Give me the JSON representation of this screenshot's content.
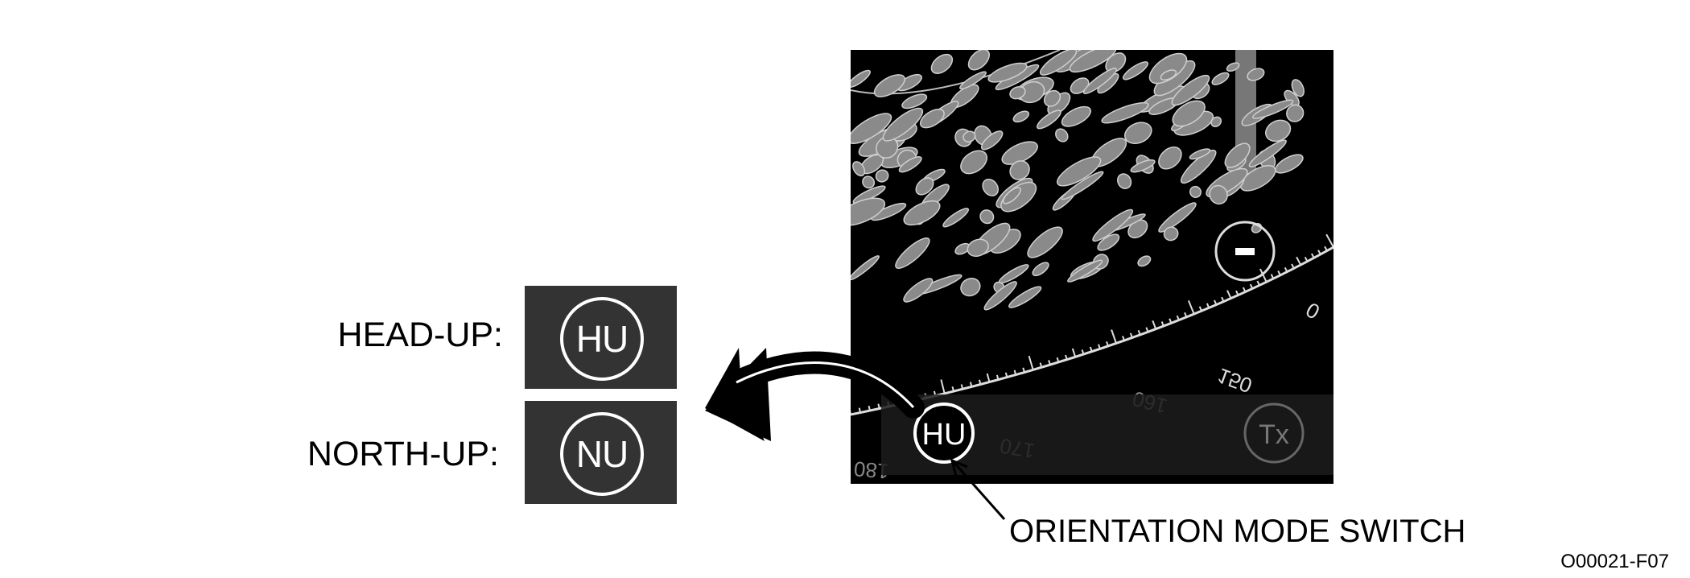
{
  "modes": {
    "head_up": {
      "label": "HEAD-UP:",
      "icon_text": "HU"
    },
    "north_up": {
      "label": "NORTH-UP:",
      "icon_text": "NU"
    }
  },
  "radar": {
    "range_labels": [
      "150",
      "160",
      "170",
      "180",
      "0"
    ],
    "orientation_button": "HU",
    "tx_button": "Tx",
    "zoom_out_button": "−"
  },
  "callout": "ORIENTATION MODE SWITCH",
  "figure_id": "O00021-F07"
}
